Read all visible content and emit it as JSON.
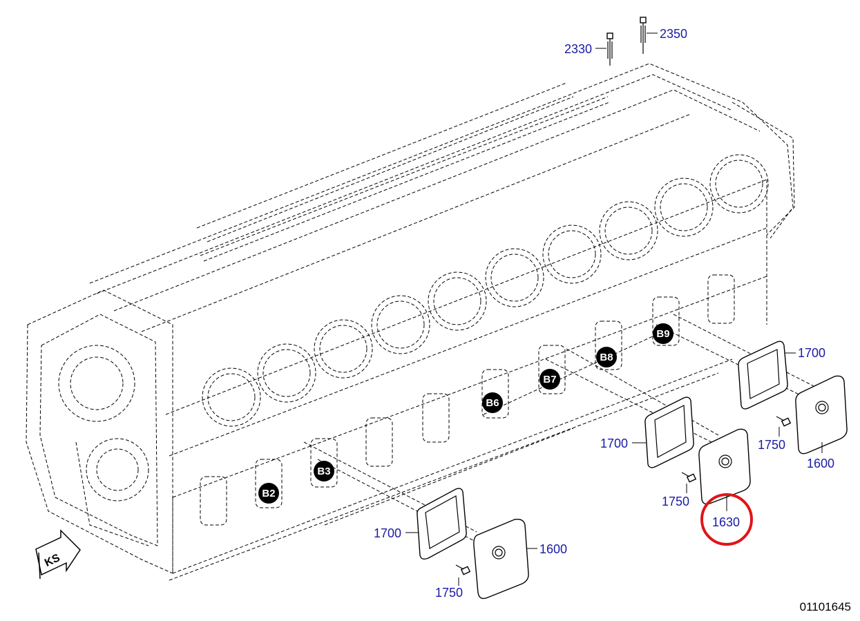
{
  "callouts": {
    "bolt_2330": "2330",
    "bolt_2350": "2350",
    "gasket_upper_right": "1700",
    "gasket_middle": "1700",
    "gasket_lower": "1700",
    "screw_right": "1750",
    "screw_middle": "1750",
    "screw_lower": "1750",
    "cover_right": "1600",
    "cover_lower": "1600",
    "cover_highlighted": "1630"
  },
  "bank_markers": [
    "B2",
    "B3",
    "B6",
    "B7",
    "B8",
    "B9"
  ],
  "direction_arrow": {
    "label": "KS"
  },
  "document_number": "01101645",
  "colors": {
    "callout_text": "#1a1aa8",
    "highlight_circle": "#e0141a",
    "marker_fill": "#000000"
  }
}
